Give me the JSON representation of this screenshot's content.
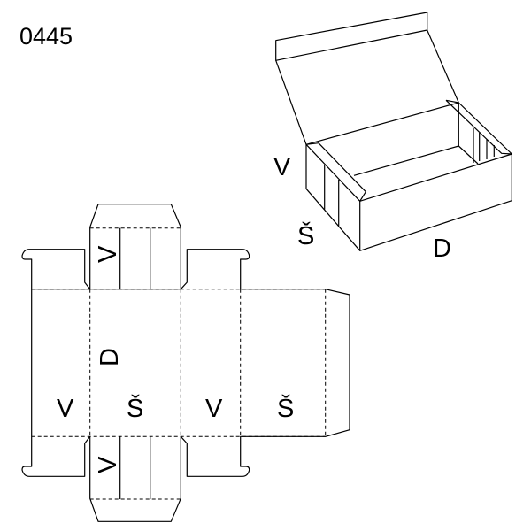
{
  "model_code": "0445",
  "box_3d": {
    "labels": {
      "height": "V",
      "width": "Š",
      "length": "D"
    }
  },
  "dieline": {
    "panel_labels": [
      "V",
      "Š",
      "V",
      "Š"
    ],
    "length_label": "D",
    "flap_labels": [
      "V",
      "V"
    ]
  }
}
